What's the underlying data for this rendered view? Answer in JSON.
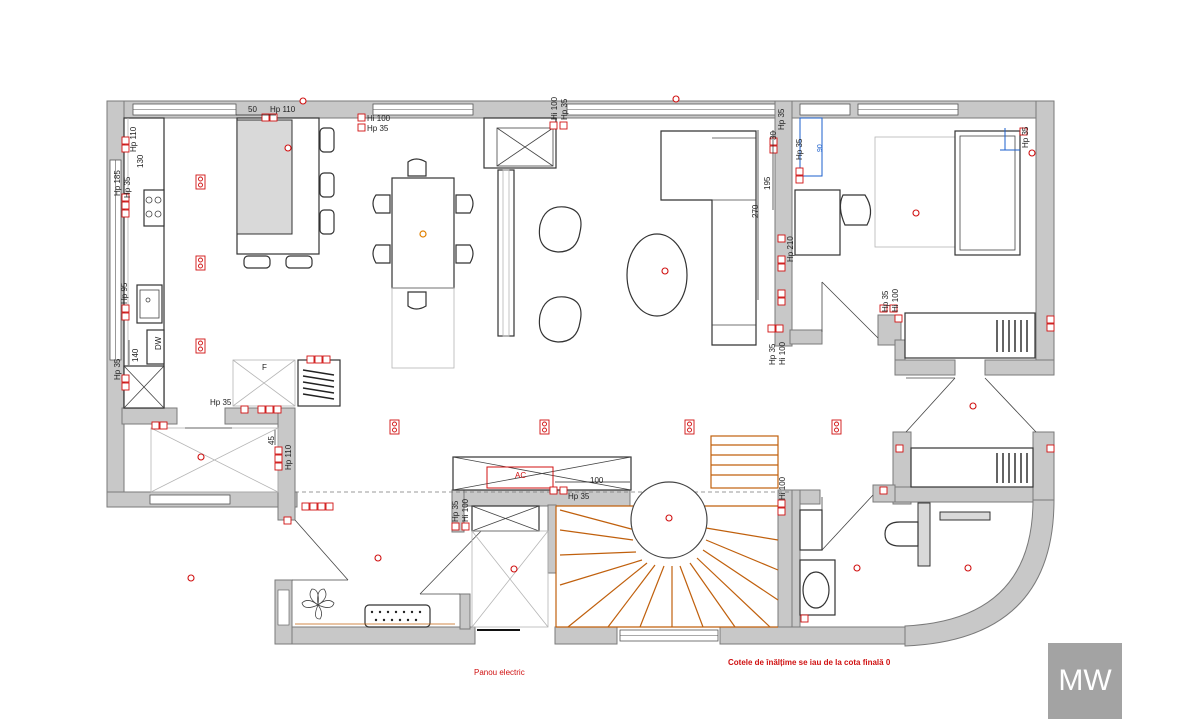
{
  "labels": {
    "dim_50": "50",
    "hp110_top": "Hp 110",
    "hi100_top": "Hi 100",
    "hp35_top": "Hp 35",
    "hi100_vert": "Hi 100",
    "hp35_vert": "Hp 35",
    "hp110_left": "Hp 110",
    "dim_130": "130",
    "hp185": "Hp 185",
    "hp35_left": "Hp 35",
    "hp95": "Hp 95",
    "dim_140": "140",
    "hp35_lower": "Hp 35",
    "hp35_island": "Hp 35",
    "dim_45": "45",
    "hp110_lower": "Hp 110",
    "dim_100": "100",
    "ac": "AC",
    "hp35_stair": "Hp 35",
    "hp35_pair": "Hp 35",
    "hi100_pair": "Hi 100",
    "dim_30": "30",
    "hp35_bed": "Hp 35",
    "dim_195": "195",
    "dim_270": "270",
    "hp210": "Hp 210",
    "hp35_bottom": "Hp 35",
    "hi100_bottom": "Hi 100",
    "hp35_hall": "Hp 35",
    "hi100_hall": "Hi 100",
    "hi100_stairs": "Hi 100",
    "dim_90": "90",
    "hp35_right": "Hp 35",
    "panou": "Panou electric",
    "cotele": "Cotele de înălțime se iau de la cota finală 0",
    "fridge": "F",
    "hp35_small": "Hp 35"
  },
  "logo": {
    "text": "MW"
  },
  "colors": {
    "wall": "#c8c8c8",
    "electric": "#d01010",
    "stair": "#c0600d",
    "dimension": "#1b5fcc",
    "logo_bg": "#a3a3a3"
  },
  "icons": [
    "socket-icon",
    "light-point-icon",
    "switch-icon",
    "plant-icon",
    "toilet-icon",
    "sink-icon",
    "chair-icon"
  ]
}
